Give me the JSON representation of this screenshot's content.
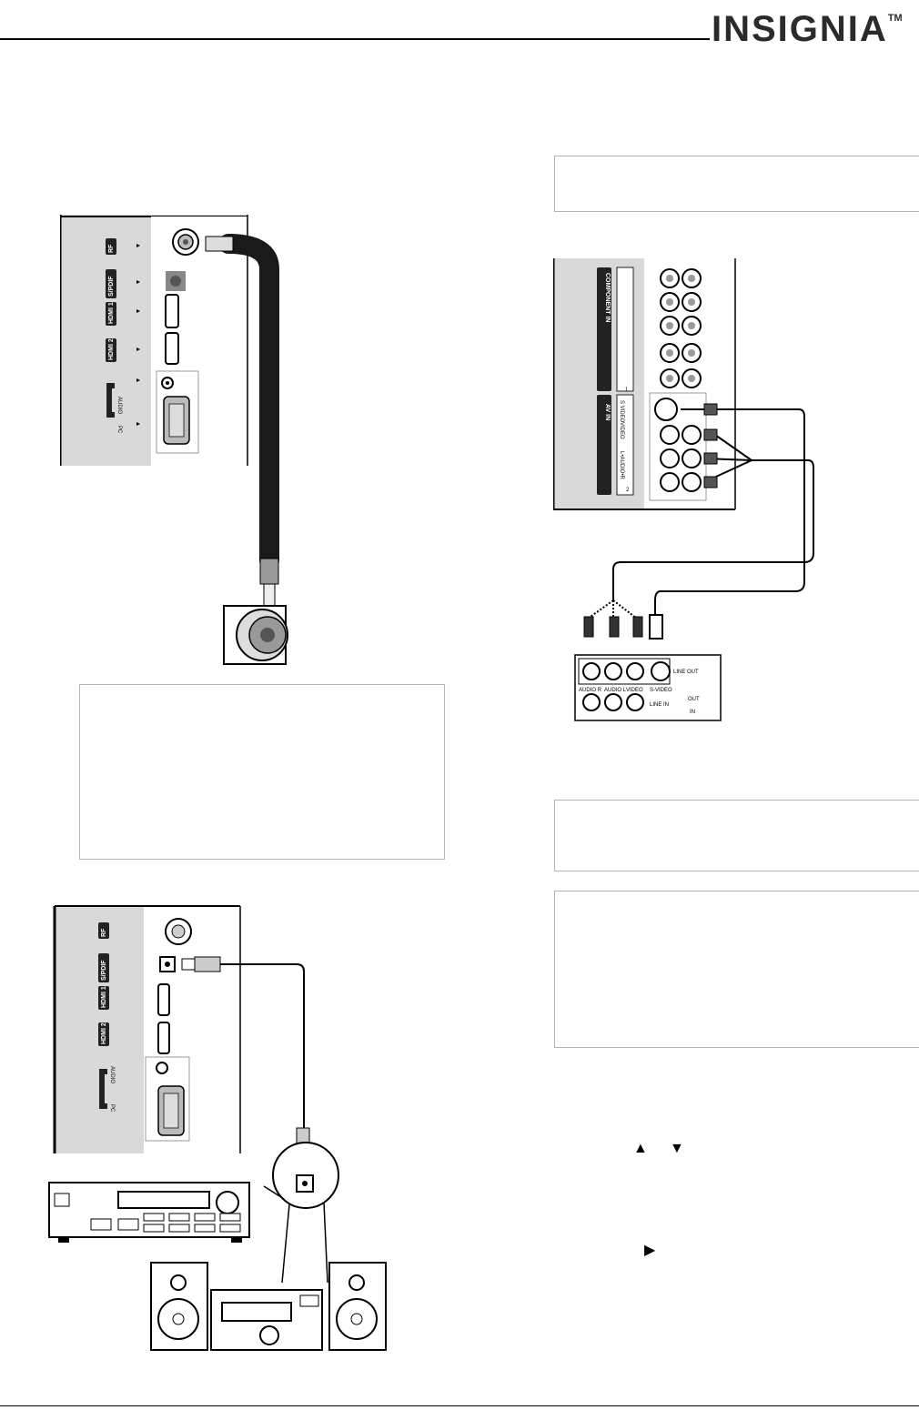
{
  "brand": {
    "logo_text": "INSIGNIA",
    "trademark": "TM"
  },
  "figure_rf": {
    "labels": [
      "RF",
      "S/PDIF",
      "HDMI 1",
      "HDMI 2",
      "AUDIO",
      "PC"
    ]
  },
  "figure_av": {
    "component_label": "COMPONENT IN",
    "avin_label": "AV IN",
    "svideo_label": "S VIDEO",
    "video_label": "VIDEO",
    "audio_label": "L•AUDIO•R",
    "ch1": "1",
    "ch2": "2",
    "device": {
      "audio_r": "AUDIO R",
      "audio_l": "AUDIO L",
      "video": "VIDEO",
      "svideo": "S-VIDEO",
      "line_out": "LINE\nOUT",
      "line_in": "LINE\nIN",
      "out": "OUT",
      "in": "IN"
    }
  },
  "figure_spdif": {
    "labels": [
      "RF",
      "S/PDIF",
      "HDMI 1",
      "HDMI 2",
      "AUDIO",
      "PC"
    ]
  },
  "nav_icons": [
    "up-arrow",
    "down-arrow",
    "right-arrow"
  ]
}
